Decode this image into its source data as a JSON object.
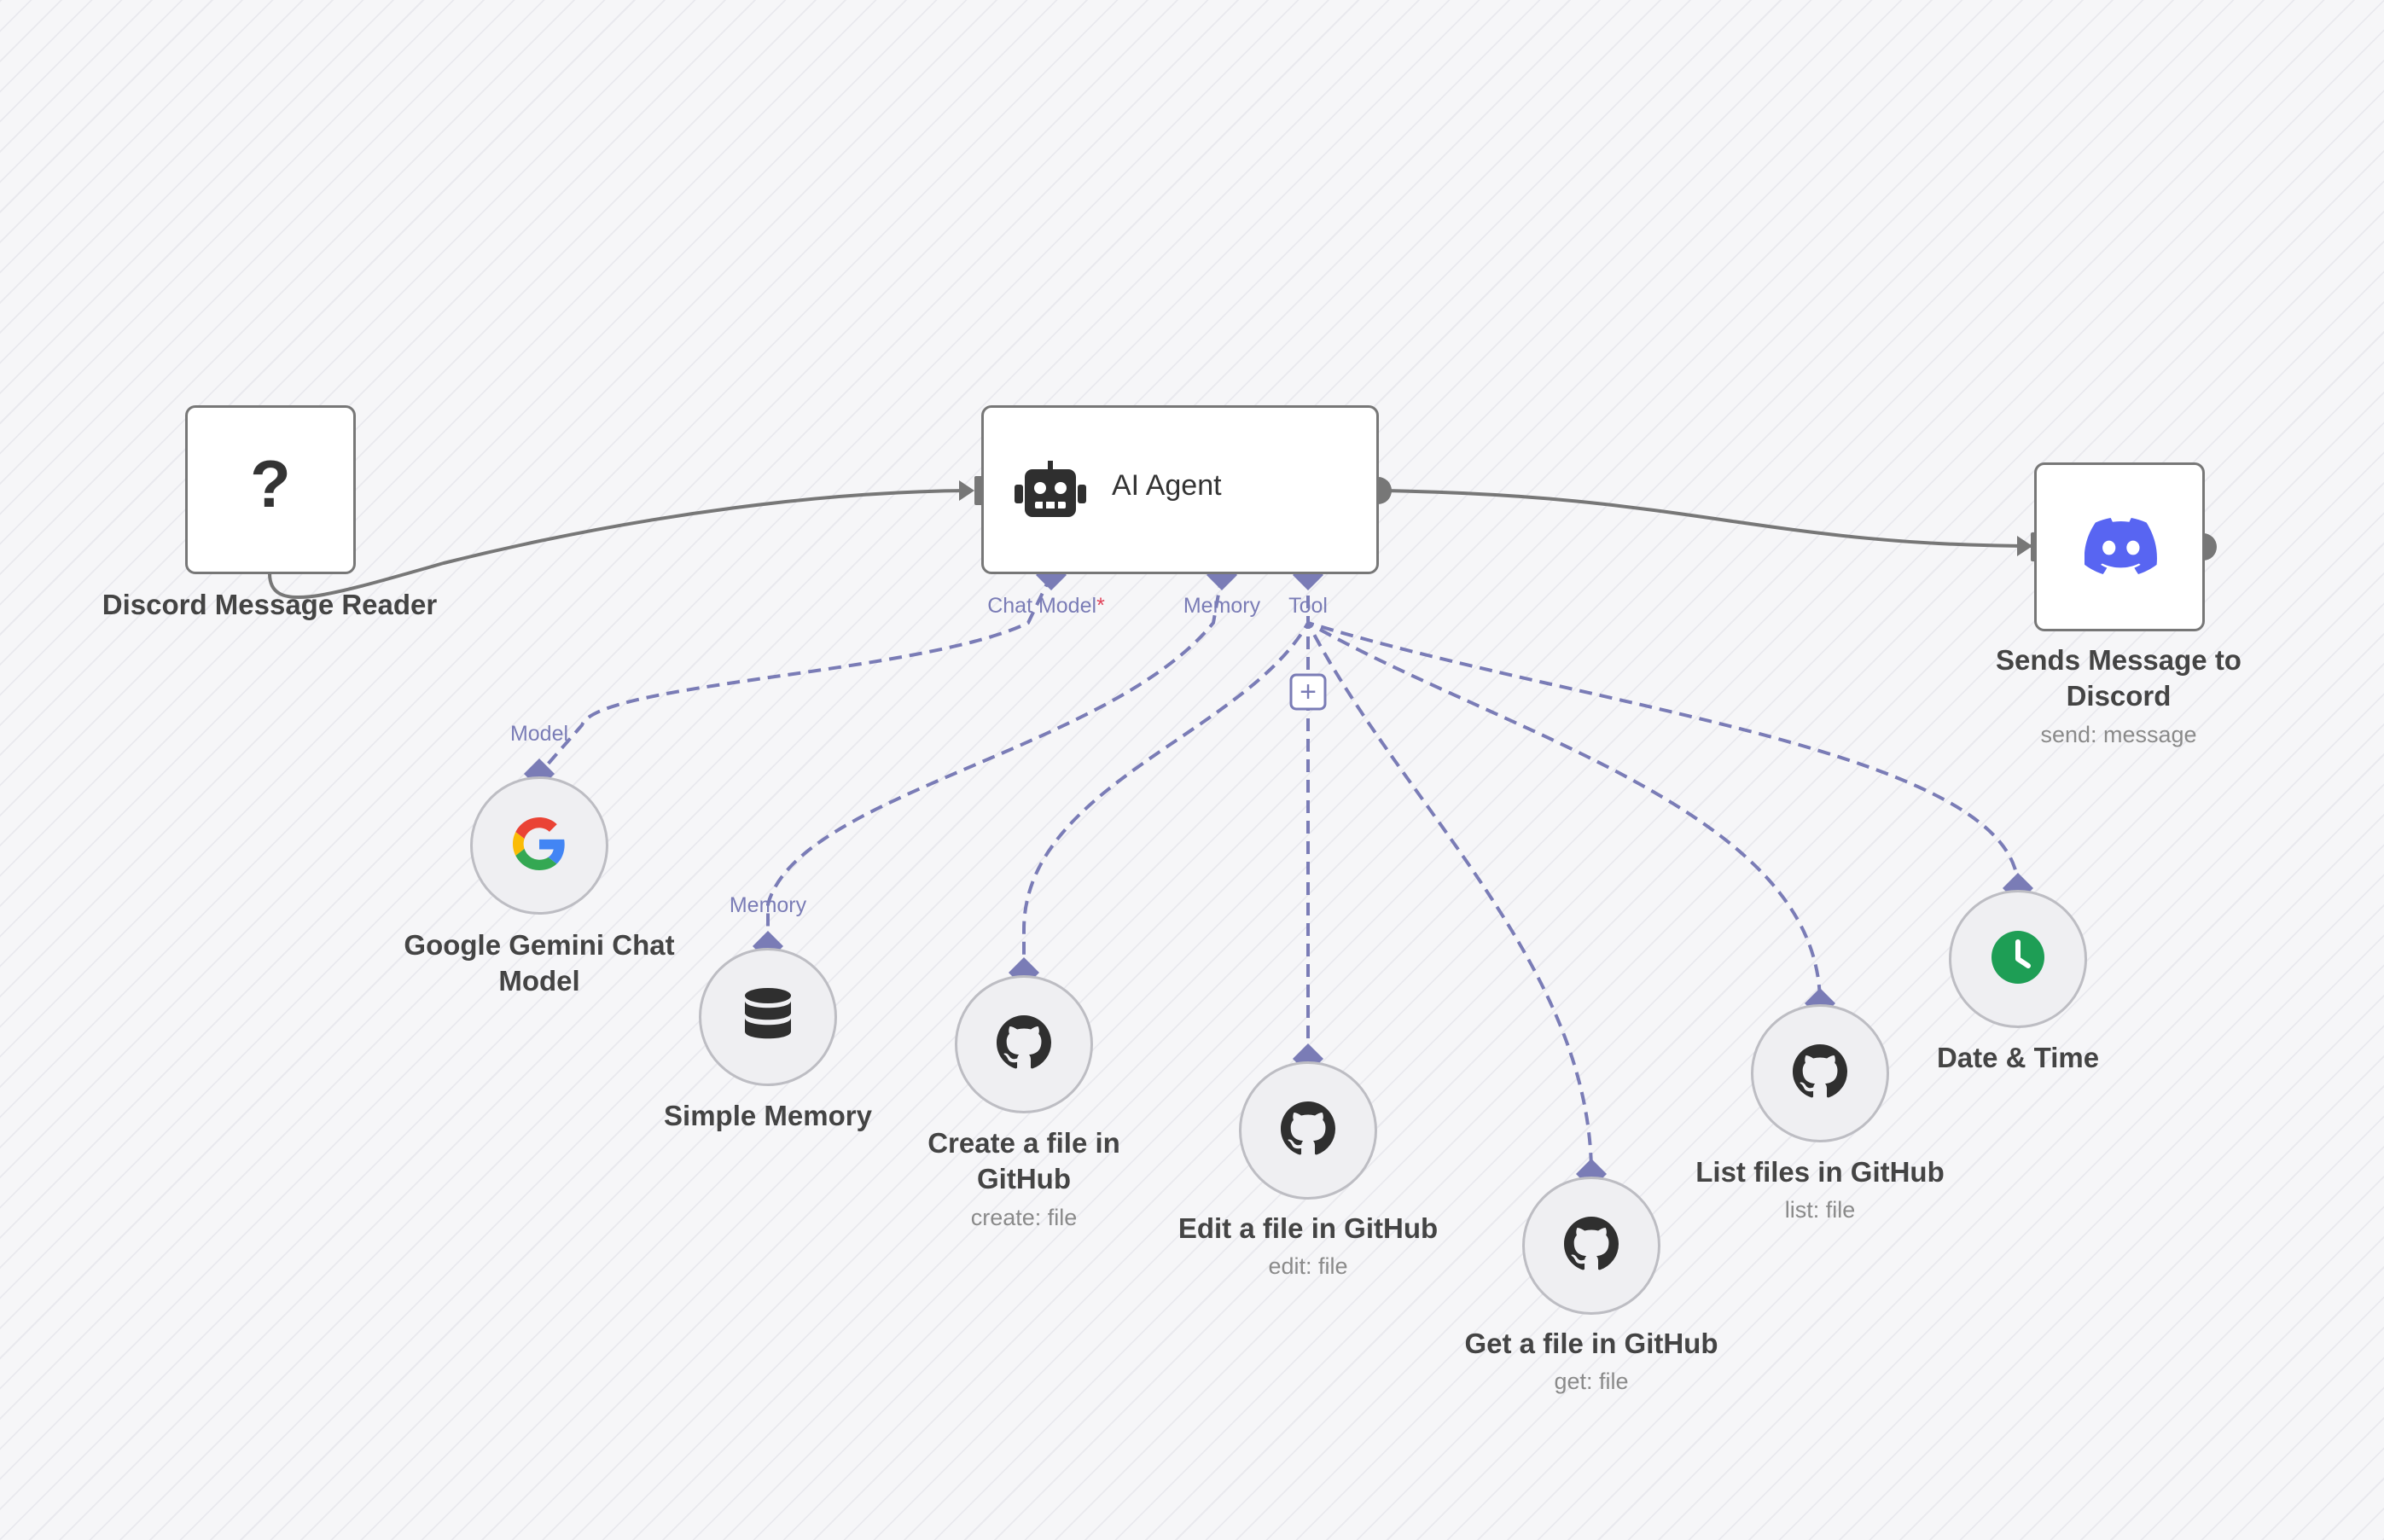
{
  "nodes": {
    "discord_reader": {
      "label": "Discord Message Reader",
      "icon": "question-mark-icon",
      "glyph": "?"
    },
    "ai_agent": {
      "label": "AI Agent",
      "icon": "robot-icon",
      "ports": {
        "chat_model": "Chat Model",
        "chat_model_required": "*",
        "memory": "Memory",
        "tool": "Tool"
      }
    },
    "send_discord": {
      "label_line1": "Sends Message to",
      "label_line2": "Discord",
      "sub": "send: message",
      "icon": "discord-icon"
    },
    "gemini": {
      "label_line1": "Google Gemini Chat",
      "label_line2": "Model",
      "port": "Model",
      "icon": "google-icon"
    },
    "memory": {
      "label": "Simple Memory",
      "port": "Memory",
      "icon": "database-icon"
    },
    "create_file": {
      "label_line1": "Create a file in",
      "label_line2": "GitHub",
      "sub": "create: file",
      "icon": "github-icon"
    },
    "edit_file": {
      "label": "Edit a file in GitHub",
      "sub": "edit: file",
      "icon": "github-icon"
    },
    "get_file": {
      "label": "Get a file in GitHub",
      "sub": "get: file",
      "icon": "github-icon"
    },
    "list_files": {
      "label": "List files in GitHub",
      "sub": "list: file",
      "icon": "github-icon"
    },
    "datetime": {
      "label": "Date & Time",
      "icon": "clock-icon"
    }
  },
  "add_tool_glyph": "+",
  "colors": {
    "main_edge": "#777777",
    "sub_edge": "#7a7cb6",
    "port": "#7a7cb6",
    "discord": "#5865F2",
    "clock": "#1e9e55"
  }
}
